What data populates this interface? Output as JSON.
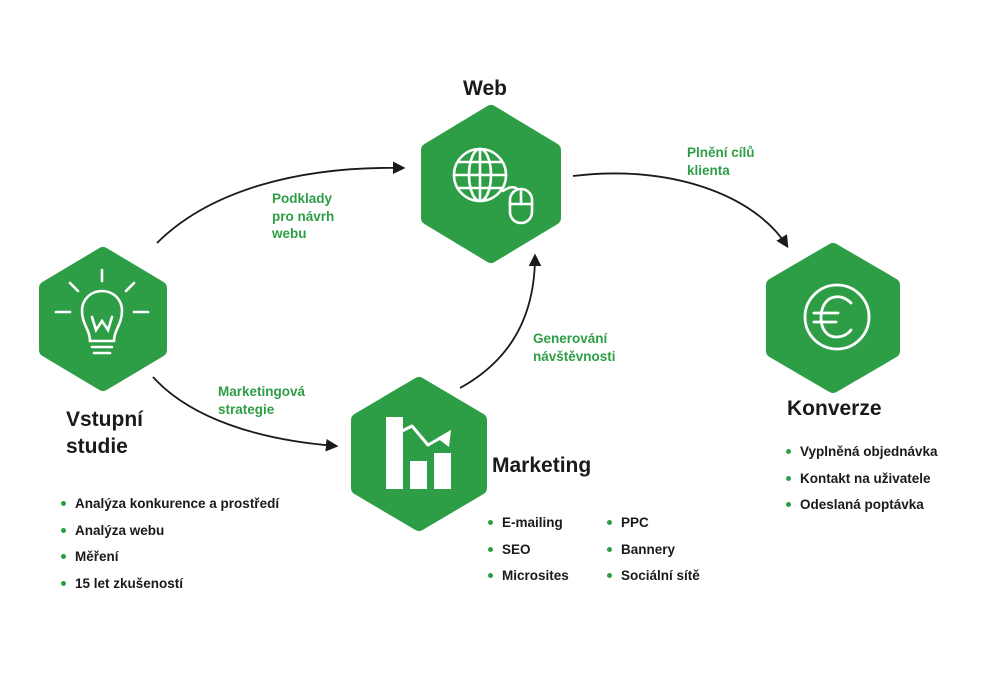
{
  "colors": {
    "accent": "#2e9e46",
    "text": "#1a1a1a",
    "arrow": "#1a1a1a"
  },
  "nodes": {
    "web": {
      "title": "Web",
      "icon": "globe-mouse-icon"
    },
    "study": {
      "title": "Vstupní\nstudie",
      "icon": "lightbulb-icon"
    },
    "marketing": {
      "title": "Marketing",
      "icon": "growth-chart-icon"
    },
    "conversion": {
      "title": "Konverze",
      "icon": "euro-icon"
    }
  },
  "edges": {
    "study_to_web": "Podklady\npro návrh\nwebu",
    "study_to_marketing": "Marketingová\nstrategie",
    "marketing_to_web": "Generování\nnávštěvnosti",
    "web_to_conversion": "Plnění cílů\nklienta"
  },
  "lists": {
    "study": [
      "Analýza konkurence a prostředí",
      "Analýza webu",
      "Měření",
      "15 let zkušeností"
    ],
    "marketing_left": [
      "E-mailing",
      "SEO",
      "Microsites"
    ],
    "marketing_right": [
      "PPC",
      "Bannery",
      "Sociální sítě"
    ],
    "conversion": [
      "Vyplněná objednávka",
      "Kontakt na uživatele",
      "Odeslaná poptávka"
    ]
  }
}
